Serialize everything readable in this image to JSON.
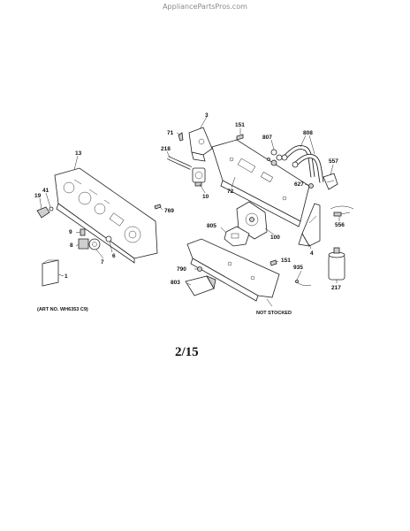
{
  "watermark": "AppliancePartsPros.com",
  "art_number": "(ART NO. WH6353 C9)",
  "not_stocked": "NOT STOCKED",
  "page_number": "2/15",
  "parts": {
    "p3": "3",
    "p151a": "151",
    "p807": "807",
    "p808": "808",
    "p71": "71",
    "p218": "218",
    "p13": "13",
    "p557": "557",
    "p627": "627",
    "p72": "72",
    "p10": "10",
    "p41": "41",
    "p19": "19",
    "p769": "769",
    "p556": "556",
    "p9": "9",
    "p805": "805",
    "p100": "100",
    "p4": "4",
    "p8": "8",
    "p6": "6",
    "p7": "7",
    "p151b": "151",
    "p790": "790",
    "p935": "935",
    "p1": "1",
    "p803": "803",
    "p217": "217"
  }
}
